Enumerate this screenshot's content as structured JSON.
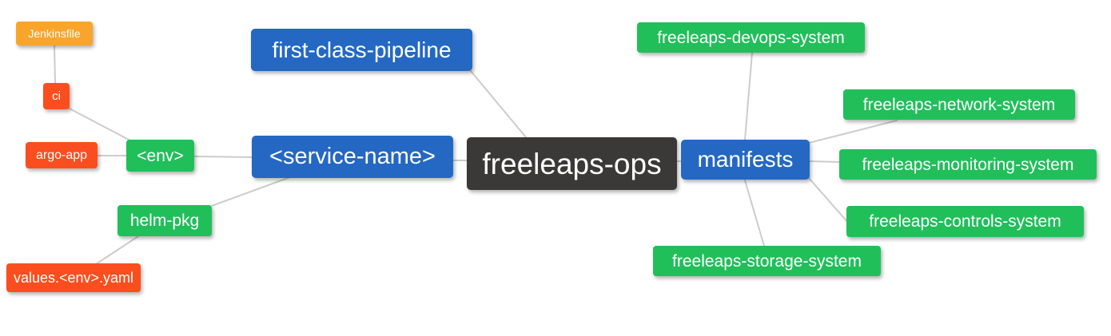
{
  "palette": {
    "root": "#3B3838",
    "branch_blue": "#2468C4",
    "green": "#21BF5A",
    "orange_red": "#FB4E1E",
    "amber": "#F9A52B",
    "text": "#FFFFFF",
    "edge": "#CCCCCC",
    "background": "#FFFFFF"
  },
  "nodes": {
    "root": {
      "label": "freeleaps-ops",
      "color": "root"
    },
    "first_class_pipeline": {
      "label": "first-class-pipeline",
      "color": "branch_blue"
    },
    "service_name": {
      "label": "<service-name>",
      "color": "branch_blue"
    },
    "manifests": {
      "label": "manifests",
      "color": "branch_blue"
    },
    "env": {
      "label": "<env>",
      "color": "green"
    },
    "helm_pkg": {
      "label": "helm-pkg",
      "color": "green"
    },
    "ci": {
      "label": "ci",
      "color": "orange_red"
    },
    "argo_app": {
      "label": "argo-app",
      "color": "orange_red"
    },
    "jenkinsfile": {
      "label": "Jenkinsfile",
      "color": "amber"
    },
    "values_env_yaml": {
      "label": "values.<env>.yaml",
      "color": "orange_red"
    },
    "devops_system": {
      "label": "freeleaps-devops-system",
      "color": "green"
    },
    "network_system": {
      "label": "freeleaps-network-system",
      "color": "green"
    },
    "monitoring_system": {
      "label": "freeleaps-monitoring-system",
      "color": "green"
    },
    "controls_system": {
      "label": "freeleaps-controls-system",
      "color": "green"
    },
    "storage_system": {
      "label": "freeleaps-storage-system",
      "color": "green"
    }
  },
  "edges": [
    {
      "from": "jenkinsfile",
      "to": "ci"
    },
    {
      "from": "ci",
      "to": "env"
    },
    {
      "from": "argo_app",
      "to": "env"
    },
    {
      "from": "env",
      "to": "service_name"
    },
    {
      "from": "helm_pkg",
      "to": "service_name"
    },
    {
      "from": "values_env_yaml",
      "to": "helm_pkg"
    },
    {
      "from": "first_class_pipeline",
      "to": "root"
    },
    {
      "from": "service_name",
      "to": "root"
    },
    {
      "from": "root",
      "to": "manifests"
    },
    {
      "from": "manifests",
      "to": "devops_system"
    },
    {
      "from": "manifests",
      "to": "network_system"
    },
    {
      "from": "manifests",
      "to": "monitoring_system"
    },
    {
      "from": "manifests",
      "to": "controls_system"
    },
    {
      "from": "manifests",
      "to": "storage_system"
    }
  ]
}
